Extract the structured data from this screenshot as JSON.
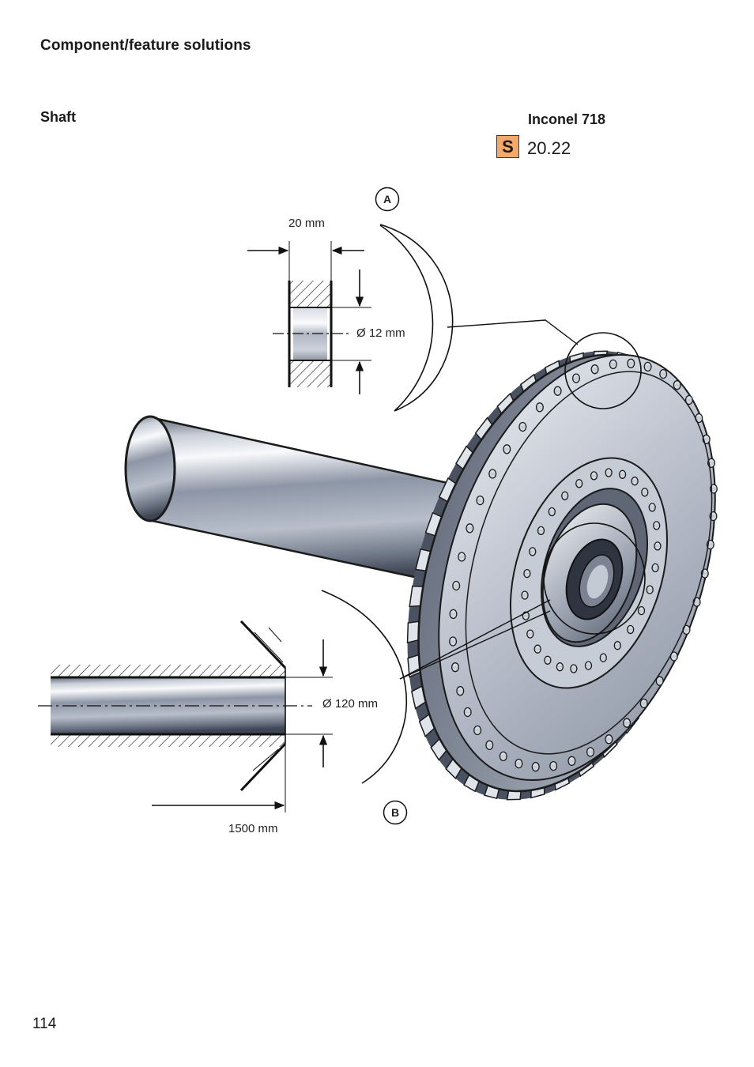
{
  "header": {
    "section_title": "Component/feature solutions"
  },
  "component": {
    "title": "Shaft"
  },
  "material": {
    "name": "Inconel 718",
    "iso_group": "S",
    "code": "20.22",
    "iso_color": "#f4a96a"
  },
  "detail_a": {
    "callout": "A",
    "width_label": "20 mm",
    "diameter_label": "Ø 12 mm"
  },
  "detail_b": {
    "callout": "B",
    "diameter_label": "Ø 120 mm",
    "length_label": "1500 mm"
  },
  "footer": {
    "page_number": "114"
  },
  "illustration": {
    "subject": "shaft-with-slotted-disc",
    "hole_count_outer": 44,
    "hole_count_inner": 28
  }
}
